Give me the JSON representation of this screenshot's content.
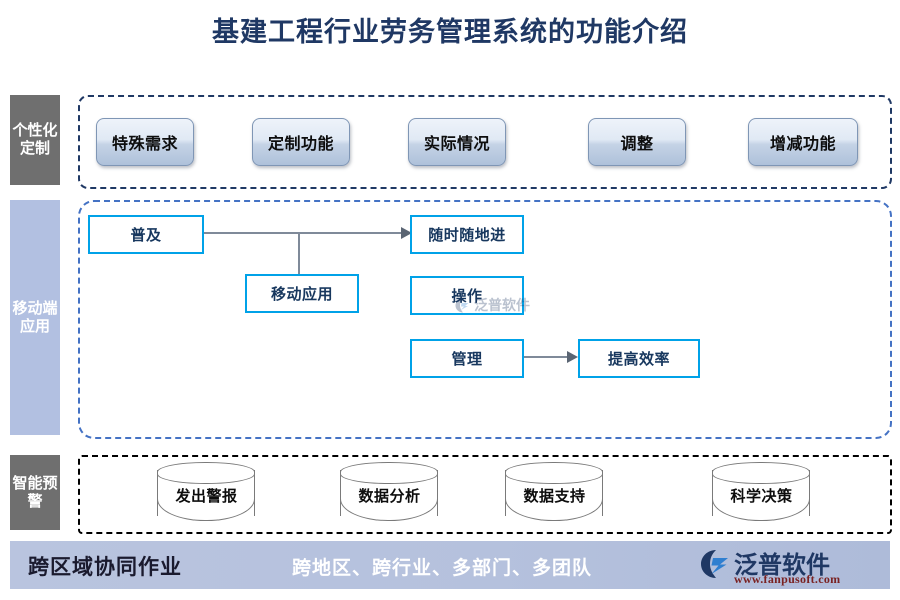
{
  "title": "基建工程行业劳务管理系统的功能介绍",
  "sections": [
    {
      "key": "customization",
      "label": "个性化定制",
      "items": [
        {
          "label": "特殊需求"
        },
        {
          "label": "定制功能"
        },
        {
          "label": "实际情况"
        },
        {
          "label": "调整"
        },
        {
          "label": "增减功能"
        }
      ]
    },
    {
      "key": "mobile",
      "label": "移动端应用",
      "items": [
        {
          "label": "普及"
        },
        {
          "label": "移动应用"
        },
        {
          "label": "随时随地进"
        },
        {
          "label": "操作"
        },
        {
          "label": "管理"
        },
        {
          "label": "提高效率"
        }
      ]
    },
    {
      "key": "alert",
      "label": "智能预警",
      "items": [
        {
          "label": "发出警报"
        },
        {
          "label": "数据分析"
        },
        {
          "label": "数据支持"
        },
        {
          "label": "科学决策"
        }
      ]
    }
  ],
  "footer": {
    "title": "跨区域协同作业",
    "subtitle": "跨地区、跨行业、多部门、多团队",
    "brand_name": "泛普软件",
    "brand_url": "www.fanpusoft.com"
  },
  "watermark": {
    "text": "泛普软件"
  },
  "colors": {
    "title": "#1f3864",
    "label_gray": "#6f6f6f",
    "label_blue": "#b2c0e1",
    "box_border_cyan": "#00a2e8",
    "region_blue": "#4472c4",
    "region_navy": "#1f3864",
    "region_black": "#000000",
    "connector_gray": "#7f8a99",
    "footer_bg": "#b5c1dd",
    "brand_url": "#7a2222"
  }
}
